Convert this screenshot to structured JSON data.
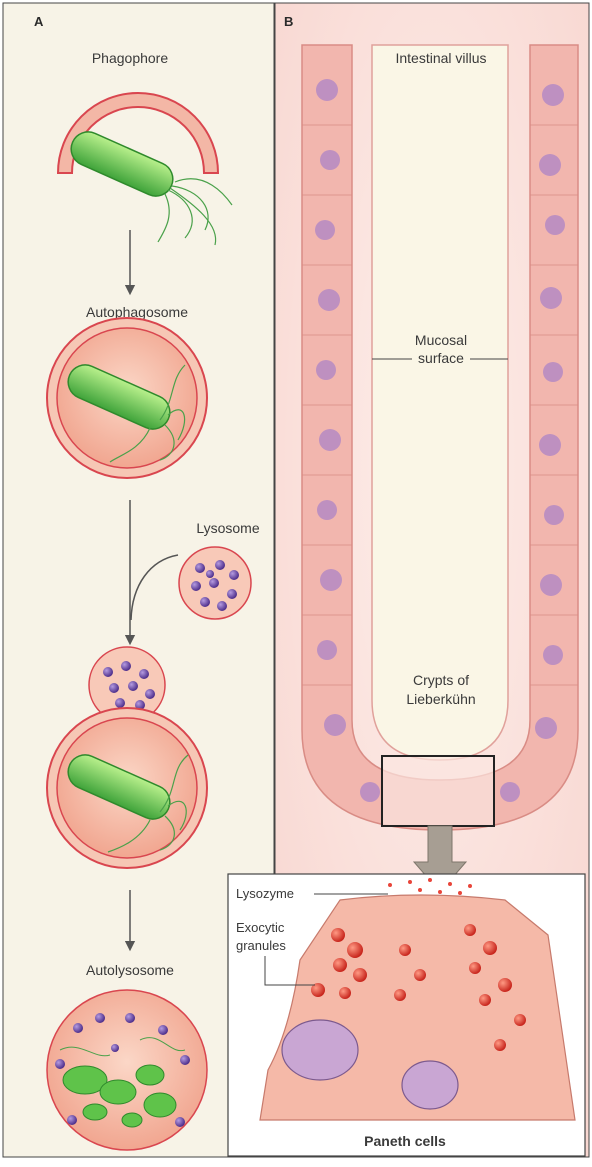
{
  "panel_a": {
    "letter": "A",
    "steps": [
      "Phagophore",
      "Autophagosome",
      "Lysosome",
      "Autolysosome"
    ]
  },
  "panel_b": {
    "letter": "B",
    "labels": {
      "villus": "Intestinal villus",
      "mucosal_1": "Mucosal",
      "mucosal_2": "surface",
      "crypts_1": "Crypts of",
      "crypts_2": "Lieberkühn"
    },
    "inset": {
      "lysozyme": "Lysozyme",
      "exocytic_1": "Exocytic",
      "exocytic_2": "granules",
      "title": "Paneth cells"
    }
  },
  "colors": {
    "panel_a_bg": "#f7f3e7",
    "membrane": "#d9464f",
    "vesicle_fill": "#f4b7a2",
    "bacterium": "#6fd04f",
    "granule": "#6b4aa8",
    "epithelium": "#f2b6ae",
    "nucleus": "#b58ac4",
    "lumen": "#faf6e6",
    "exocytic_granule": "#e8453a"
  }
}
